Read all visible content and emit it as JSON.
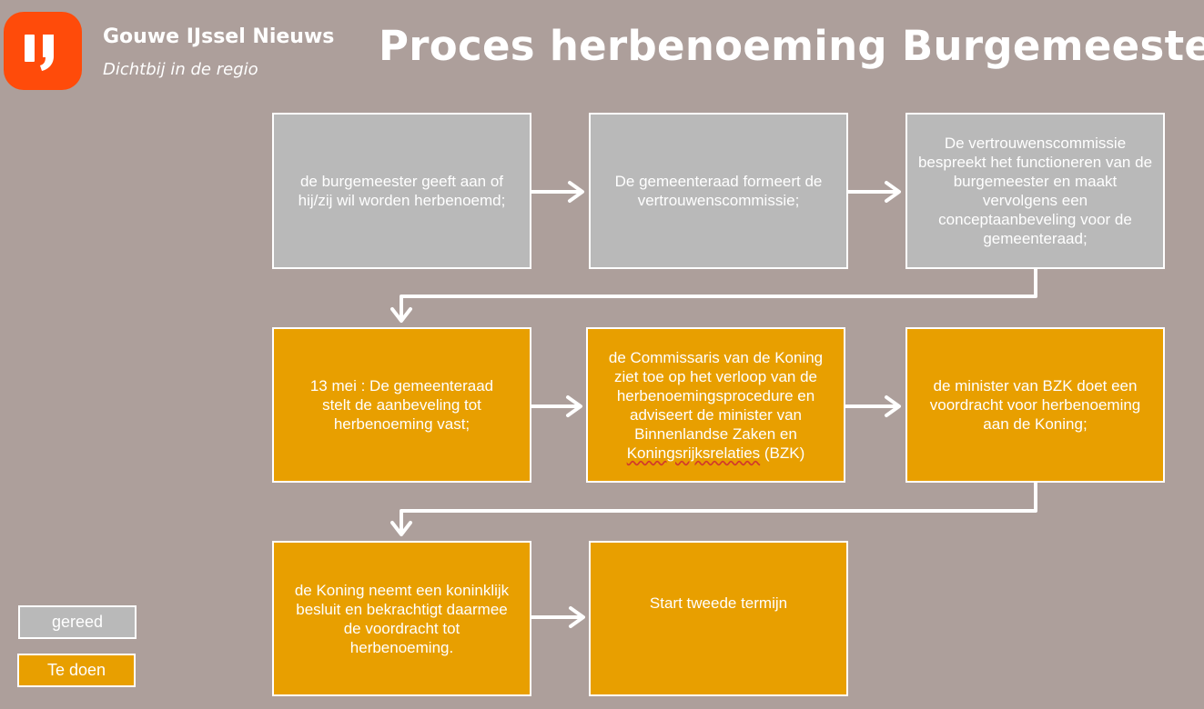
{
  "brand": {
    "name": "Gouwe IJssel Nieuws",
    "tagline": "Dichtbij in de regio",
    "logo_mark": "IJ",
    "accent_color": "#ff4b0a"
  },
  "title": "Proces herbenoeming Burgemeester",
  "colors": {
    "background": "#ad9f9b",
    "done": "#b9b9b9",
    "todo": "#e89f00"
  },
  "steps": [
    {
      "status": "gereed",
      "text": "de burgemeester geeft aan of hij/zij wil worden herbenoemd;"
    },
    {
      "status": "gereed",
      "text": "De gemeenteraad formeert de vertrouwenscommissie;"
    },
    {
      "status": "gereed",
      "text": "De vertrouwenscommissie bespreekt het functioneren van de burgemeester en maakt vervolgens een conceptaanbeveling voor de gemeenteraad;"
    },
    {
      "status": "te doen",
      "text": "13 mei : De gemeenteraad stelt de aanbeveling tot herbenoeming vast;"
    },
    {
      "status": "te doen",
      "text_before": "de Commissaris van de Koning ziet toe op het verloop van de herbenoemingsprocedure en adviseert de  minister van Binnenlandse Zaken en ",
      "text_marked": "Koningsrijksrelaties",
      "text_after": " (BZK)"
    },
    {
      "status": "te doen",
      "text": "de minister van BZK doet een voordracht voor herbenoeming aan de Koning;"
    },
    {
      "status": "te doen",
      "text": "de Koning neemt een koninklijk besluit en bekrachtigt daarmee de voordracht tot herbenoeming."
    },
    {
      "status": "te doen",
      "text": "Start tweede termijn"
    }
  ],
  "legend": {
    "done_label": "gereed",
    "todo_label": "Te doen"
  }
}
